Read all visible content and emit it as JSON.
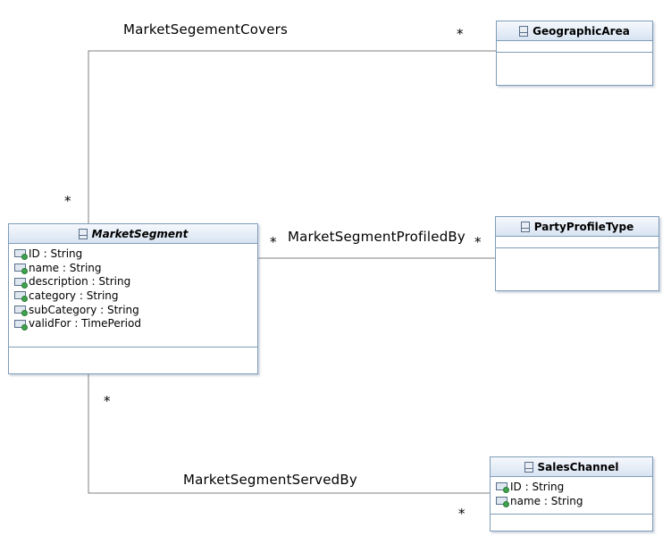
{
  "classes": {
    "geographic_area": {
      "name": "GeographicArea",
      "attributes": []
    },
    "market_segment": {
      "name": "MarketSegment",
      "attributes": [
        {
          "name": "ID",
          "type": "String"
        },
        {
          "name": "name",
          "type": "String"
        },
        {
          "name": "description",
          "type": "String"
        },
        {
          "name": "category",
          "type": "String"
        },
        {
          "name": "subCategory",
          "type": "String"
        },
        {
          "name": "validFor",
          "type": "TimePeriod"
        }
      ]
    },
    "party_profile_type": {
      "name": "PartyProfileType",
      "attributes": []
    },
    "sales_channel": {
      "name": "SalesChannel",
      "attributes": [
        {
          "name": "ID",
          "type": "String"
        },
        {
          "name": "name",
          "type": "String"
        }
      ]
    }
  },
  "associations": {
    "covers": {
      "label": "MarketSegementCovers",
      "source_multiplicity": "*",
      "target_multiplicity": "*"
    },
    "profiled_by": {
      "label": "MarketSegmentProfiledBy",
      "source_multiplicity": "*",
      "target_multiplicity": "*"
    },
    "served_by": {
      "label": "MarketSegmentServedBy",
      "source_multiplicity": "*",
      "target_multiplicity": "*"
    }
  },
  "colors": {
    "border": "#7f9db9",
    "line": "#808080",
    "attribute_marker": "#3fa34d"
  }
}
